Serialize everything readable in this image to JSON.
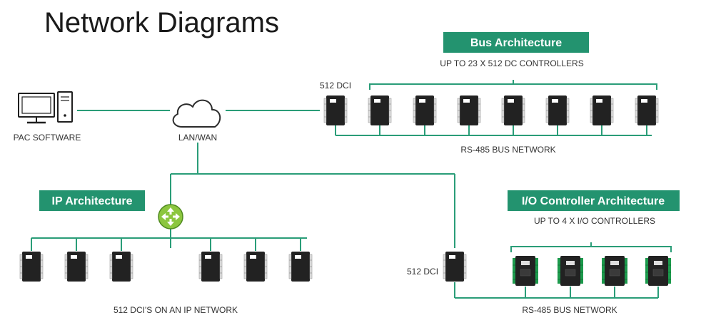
{
  "title": "Network Diagrams",
  "colors": {
    "accent": "#23936f",
    "line": "#2a9d78",
    "device": "#222222"
  },
  "icons": {
    "computer": "desktop-computer-icon",
    "cloud": "cloud-icon",
    "router": "router-icon",
    "dci": "dc-controller-icon",
    "io": "io-controller-icon"
  },
  "pac": {
    "label": "PAC SOFTWARE"
  },
  "lan": {
    "label": "LAN/WAN"
  },
  "bus": {
    "banner": "Bus Architecture",
    "subtitle": "UP TO 23 X 512 DC CONTROLLERS",
    "dci_label": "512 DCI",
    "network_label": "RS-485 BUS NETWORK",
    "controller_count": 7
  },
  "ip": {
    "banner": "IP Architecture",
    "network_label": "512 DCI'S ON AN IP NETWORK",
    "controller_count": 6
  },
  "io": {
    "banner": "I/O Controller Architecture",
    "subtitle": "UP TO 4 X I/O CONTROLLERS",
    "dci_label": "512 DCI",
    "network_label": "RS-485 BUS NETWORK",
    "controller_count": 4
  }
}
